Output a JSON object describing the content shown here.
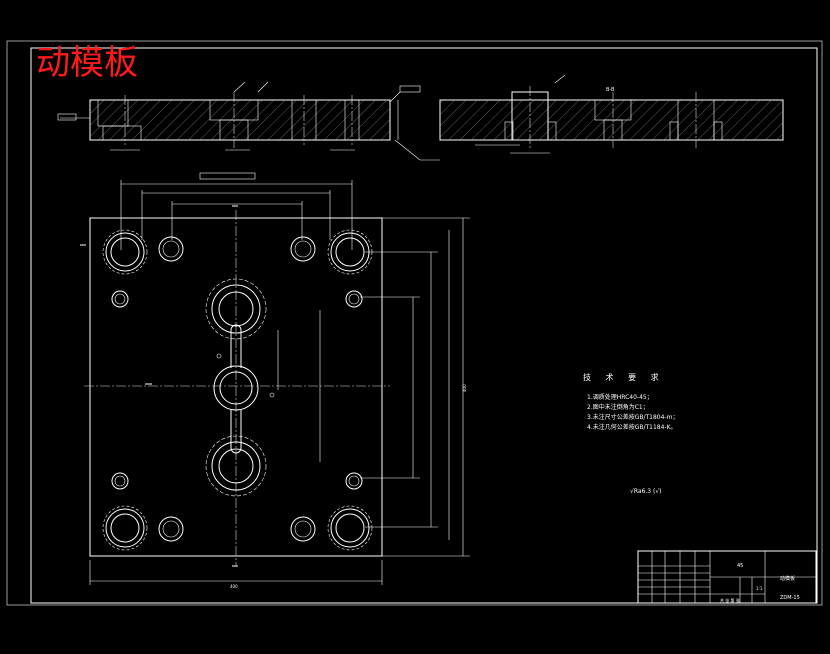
{
  "drawing": {
    "title": "动模板",
    "section_label": "B-B",
    "overall_width_dim": "400",
    "overall_height_dim": "400",
    "tech_requirements": {
      "heading": "技 术 要 求",
      "items": [
        "1.调质处理HRC40-45；",
        "2.图中未注倒角为C1；",
        "3.未注尺寸公差按GB/T1804-m；",
        "4.未注几何公差按GB/T1184-K。"
      ]
    },
    "roughness_note": "√Ra6.3 (√)",
    "title_block": {
      "material": "45",
      "part_name": "动模板",
      "drawing_no": "ZDM-15",
      "scale": "1:1",
      "sheet_note": "共 张 第 张"
    },
    "colors": {
      "background": "#000000",
      "linework": "#ffffff",
      "title": "#ff1a1a"
    }
  }
}
